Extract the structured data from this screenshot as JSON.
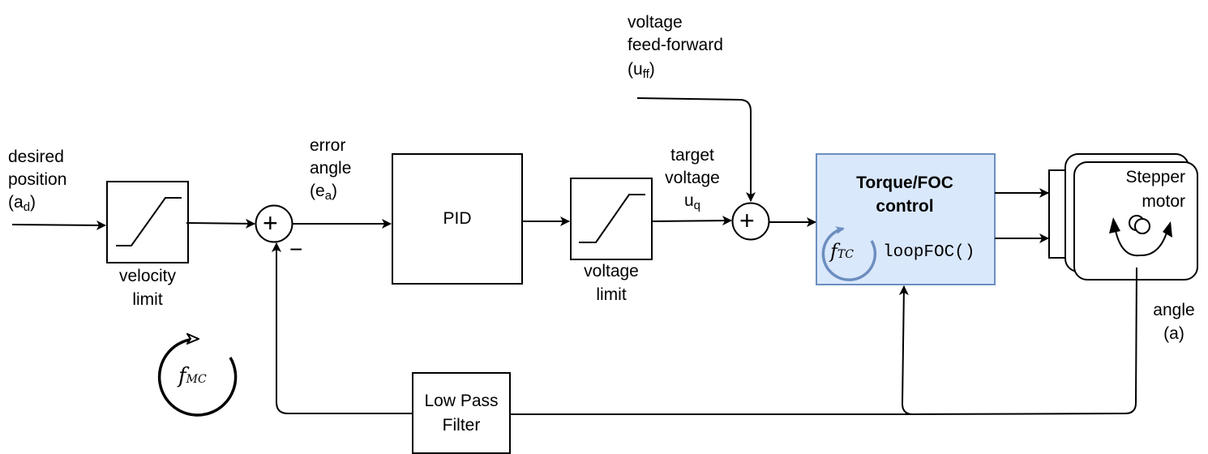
{
  "diagram": {
    "title": "Position control loop with stepper motor",
    "colors": {
      "stroke": "#000000",
      "foc_fill": "#dae8fc",
      "foc_stroke": "#6c8ebf"
    },
    "inputs": {
      "desired_position": {
        "line1": "desired",
        "line2": "position",
        "sym": "(a",
        "sub": "d",
        "close": ")"
      },
      "feed_forward": {
        "line1": "voltage",
        "line2": "feed-forward",
        "sym": "(u",
        "sub": "ff",
        "close": ")"
      }
    },
    "blocks": {
      "velocity_limit": {
        "line1": "velocity",
        "line2": "limit"
      },
      "pid": {
        "label": "PID"
      },
      "voltage_limit": {
        "line1": "voltage",
        "line2": "limit"
      },
      "foc": {
        "line1": "Torque/FOC",
        "line2": "control",
        "loop_symbol": "f",
        "loop_sub": "TC",
        "function": "loopFOC()"
      },
      "motor": {
        "line1": "Stepper",
        "line2": "motor"
      },
      "low_pass_filter": {
        "line1": "Low Pass",
        "line2": "Filter"
      }
    },
    "summing_junctions": {
      "error": {
        "sign": "+",
        "minus": "−"
      },
      "voltage": {
        "sign": "+"
      }
    },
    "signals": {
      "error_angle": {
        "line1": "error",
        "line2": "angle",
        "sym": "(e",
        "sub": "a",
        "close": ")"
      },
      "target_voltage": {
        "line1": "target",
        "line2": "voltage",
        "sym": "u",
        "sub": "q"
      },
      "angle": {
        "line1": "angle",
        "line2": "(a)"
      }
    },
    "loop_indicator": {
      "symbol": "f",
      "sub": "MC"
    }
  }
}
